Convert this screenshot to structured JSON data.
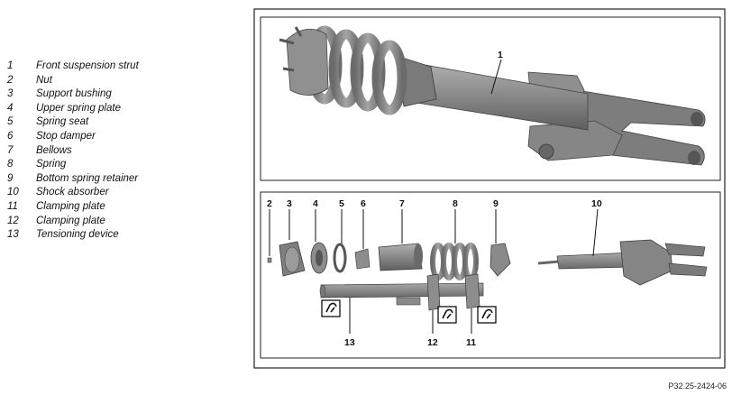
{
  "legend": [
    {
      "num": "1",
      "label": "Front suspension strut"
    },
    {
      "num": "2",
      "label": "Nut"
    },
    {
      "num": "3",
      "label": "Support bushing"
    },
    {
      "num": "4",
      "label": "Upper spring plate"
    },
    {
      "num": "5",
      "label": "Spring seat"
    },
    {
      "num": "6",
      "label": "Stop damper"
    },
    {
      "num": "7",
      "label": "Bellows"
    },
    {
      "num": "8",
      "label": "Spring"
    },
    {
      "num": "9",
      "label": "Bottom spring retainer"
    },
    {
      "num": "10",
      "label": "Shock absorber"
    },
    {
      "num": "11",
      "label": "Clamping plate"
    },
    {
      "num": "12",
      "label": "Clamping plate"
    },
    {
      "num": "13",
      "label": "Tensioning device"
    }
  ],
  "callouts": {
    "c1": "1",
    "c2": "2",
    "c3": "3",
    "c4": "4",
    "c5": "5",
    "c6": "6",
    "c7": "7",
    "c8": "8",
    "c9": "9",
    "c10": "10",
    "c11": "11",
    "c12": "12",
    "c13": "13"
  },
  "reference_code": "P32.25-2424-06",
  "colors": {
    "part_gray": "#8a8a8a",
    "part_dark": "#5e5e5e",
    "part_light": "#b4b4b4",
    "frame": "#222222"
  }
}
